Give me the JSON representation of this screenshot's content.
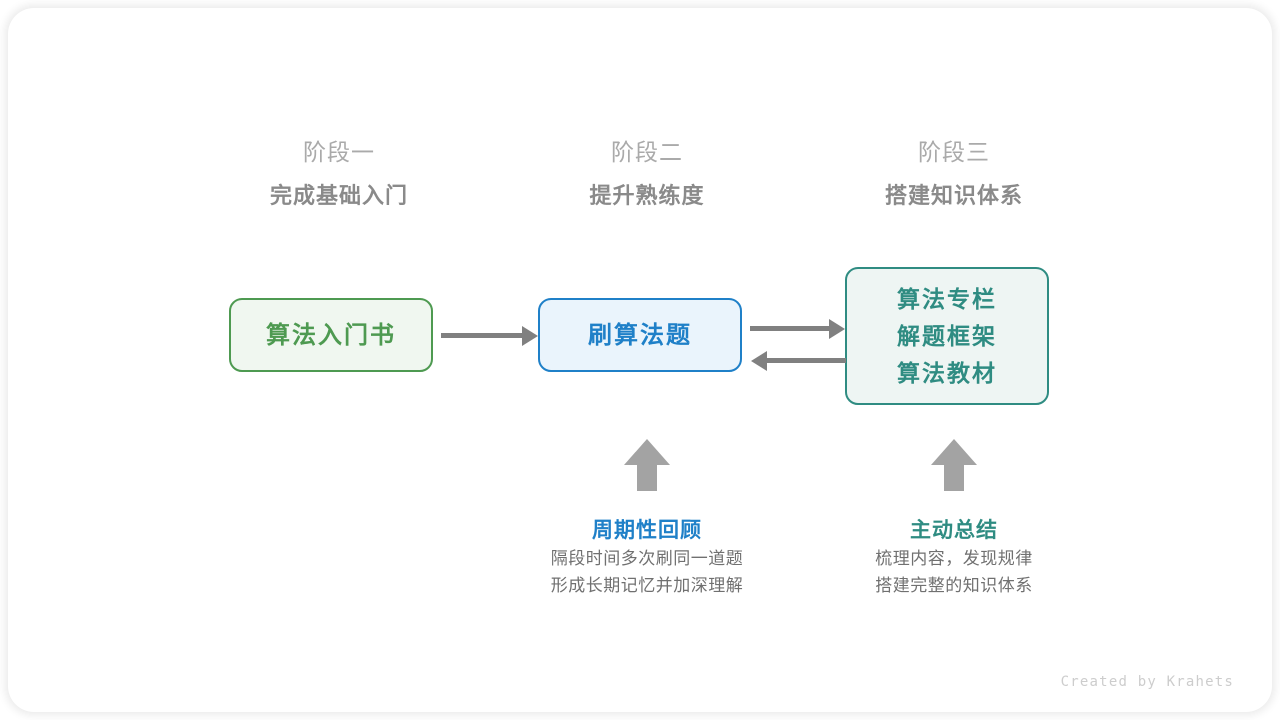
{
  "stages": [
    {
      "number": "阶段一",
      "title": "完成基础入门"
    },
    {
      "number": "阶段二",
      "title": "提升熟练度"
    },
    {
      "number": "阶段三",
      "title": "搭建知识体系"
    }
  ],
  "nodes": {
    "book": {
      "lines": [
        "算法入门书"
      ],
      "color": "#4e9a51"
    },
    "practice": {
      "lines": [
        "刷算法题"
      ],
      "color": "#1f80c8"
    },
    "knowledge": {
      "lines": [
        "算法专栏",
        "解题框架",
        "算法教材"
      ],
      "color": "#2f8c82"
    }
  },
  "notes": [
    {
      "title": "周期性回顾",
      "lines": [
        "隔段时间多次刷同一道题",
        "形成长期记忆并加深理解"
      ]
    },
    {
      "title": "主动总结",
      "lines": [
        "梳理内容，发现规律",
        "搭建完整的知识体系"
      ]
    }
  ],
  "credit": "Created by Krahets",
  "colors": {
    "arrow": "#808080",
    "up_arrow": "#a3a3a3",
    "header_number": "#aaaaaa",
    "header_title": "#8a8a8a",
    "body_text": "#707070",
    "credit": "#cdcdcd"
  }
}
